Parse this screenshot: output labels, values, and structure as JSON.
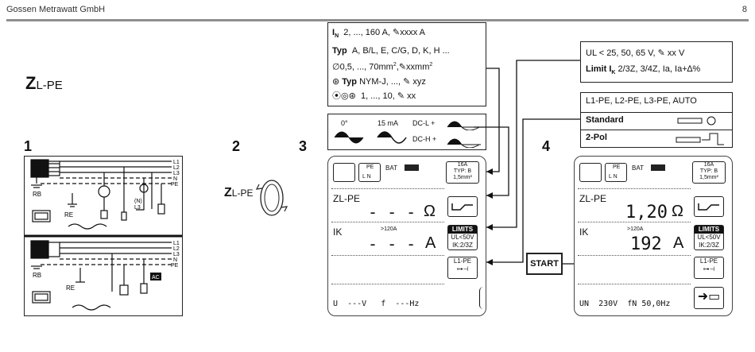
{
  "header": {
    "company": "Gossen Metrawatt GmbH",
    "page": "8"
  },
  "title": {
    "main": "Z",
    "sub": "L-PE"
  },
  "steps": {
    "s1": "1",
    "s2": "2",
    "s3": "3",
    "s4": "4"
  },
  "diagram": {
    "rb": "RB",
    "re": "RE",
    "n": "N",
    "pe": "PE",
    "l1": "L1",
    "l2": "L2",
    "l3": "L3",
    "nl3": "(N)\nL3",
    "ac": "AC"
  },
  "knob": {
    "main": "Z",
    "sub": "L-PE"
  },
  "params": {
    "in_label": "I",
    "in_sub": "N",
    "in_val": "2, ..., 160 A, ",
    "in_edit": "xxxx A",
    "typ_label": "Typ",
    "typ_val": "A, B/L, E, C/G, D, K, H ...",
    "cs_val": "0,5, ..., 70mm",
    "cs_sup": "2",
    "cs_edit": "xxmm",
    "cs_edit_sup": "2",
    "cable_typ": "Typ",
    "cable_val": "NYM-J, ..., ",
    "cable_edit": "xyz",
    "par_val": "1, ..., 10, ",
    "par_edit": "xx"
  },
  "wave": {
    "deg": "0°",
    "ma": "15 mA",
    "dcl": "DC-L +",
    "dch": "DC-H +"
  },
  "limits": {
    "ul": "UL < 25, 50, 65 V, ",
    "ul_edit": "xx V",
    "lim_label": "Limit I",
    "lim_sub": "K",
    "lim_val": " 2/3Z, 3/4Z, Ia, Ia+∆%"
  },
  "mode": {
    "phases": "L1-PE, L2-PE, L3-PE, AUTO",
    "standard": "Standard",
    "twopol": "2-Pol"
  },
  "lcd_left": {
    "fuse": "16A",
    "typ": "TYP: B",
    "cs": "1,5mm²",
    "pe": "PE",
    "ln": "L N",
    "bat": "BAT",
    "zlpe": "ZL-PE",
    "zval": "- - -",
    "zunit": "Ω",
    "ik": "IK",
    "ikrange": ">120A",
    "ikval": "- - -",
    "ikunit": "A",
    "lim": "LIMITS",
    "lim_ul": "UL<50V",
    "lim_ik": "IK:2/3Z",
    "l1pe": "L1-PE",
    "u": "U",
    "uval": "---V",
    "f": "f",
    "fval": "---Hz"
  },
  "start": "START",
  "lcd_right": {
    "fuse": "16A",
    "typ": "TYP: B",
    "cs": "1,5mm²",
    "pe": "PE",
    "ln": "L N",
    "bat": "BAT",
    "zlpe": "ZL-PE",
    "zval": "1,20",
    "zunit": "Ω",
    "ik": "IK",
    "ikrange": ">120A",
    "ikval": "192",
    "ikunit": "A",
    "lim": "LIMITS",
    "lim_ul": "UL<50V",
    "lim_ik": "IK:2/3Z",
    "l1pe": "L1-PE",
    "un": "UN",
    "unval": "230V",
    "fn": "fN",
    "fnval": "50,0Hz"
  }
}
